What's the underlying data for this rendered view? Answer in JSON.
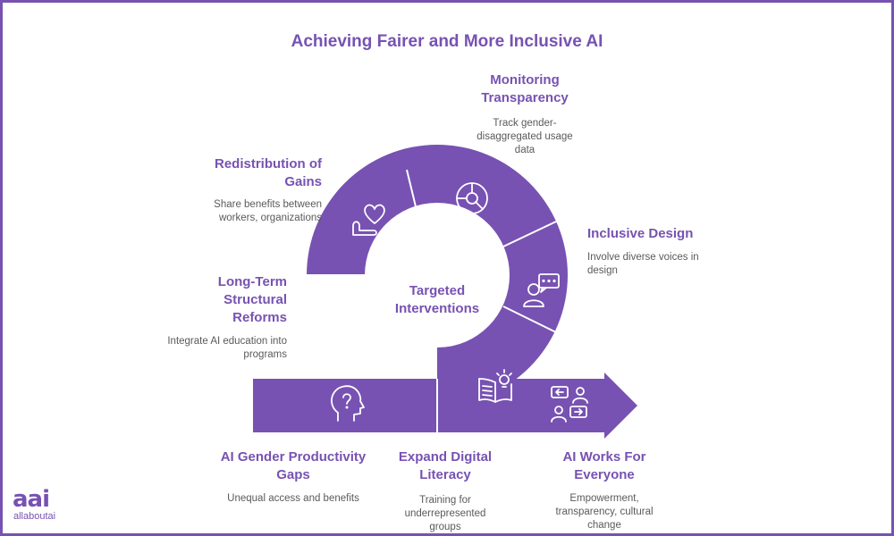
{
  "title": "Achieving Fairer and More Inclusive AI",
  "center": "Targeted Interventions",
  "brand": {
    "mark": "aai",
    "name": "allaboutai"
  },
  "colors": {
    "primary": "#7752b2",
    "text": "#5a5a5a",
    "background": "#ffffff"
  },
  "stages": [
    {
      "title": "AI Gender Productivity Gaps",
      "description": "Unequal access and benefits",
      "icon": "question-head-icon"
    },
    {
      "title": "Long-Term Structural Reforms",
      "description": "Integrate AI education into programs",
      "icon": "education-grade-icon"
    },
    {
      "title": "Redistribution of Gains",
      "description": "Share benefits between workers, organizations",
      "icon": "hand-heart-icon"
    },
    {
      "title": "Monitoring Transparency",
      "description": "Track gender-disaggregated usage data",
      "icon": "pie-chart-icon"
    },
    {
      "title": "Inclusive Design",
      "description": "Involve diverse voices in design",
      "icon": "person-speech-icon"
    },
    {
      "title": "Expand Digital Literacy",
      "description": "Training for underrepresented groups",
      "icon": "book-lightbulb-icon"
    },
    {
      "title": "AI Works For Everyone",
      "description": "Empowerment, transparency, cultural change",
      "icon": "people-exchange-icon"
    }
  ]
}
